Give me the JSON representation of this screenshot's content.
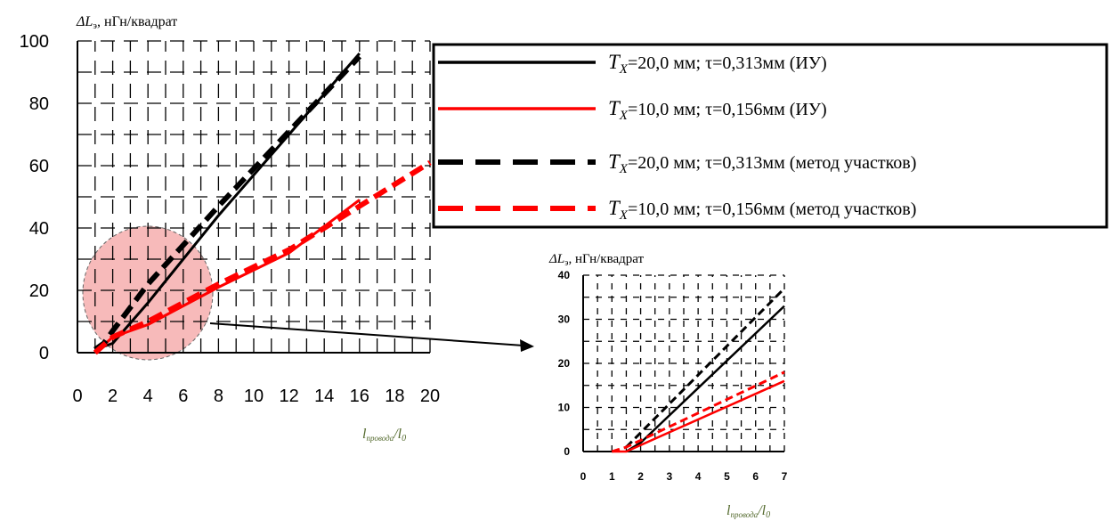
{
  "chart_data": [
    {
      "type": "line",
      "title": "",
      "ylabel_sym": "ΔL",
      "ylabel_sub": "э",
      "ylabel_rest": ", нГн/квадрат",
      "xlabel_l": "l",
      "xlabel_sub": "провода",
      "xlabel_rest": "/l",
      "xlabel_sub2": "0",
      "xlim": [
        0,
        20
      ],
      "ylim": [
        0,
        100
      ],
      "xticks": [
        0,
        2,
        4,
        6,
        8,
        10,
        12,
        14,
        16,
        18,
        20
      ],
      "yticks": [
        0,
        20,
        40,
        60,
        80,
        100
      ],
      "grid": true,
      "legend_position": "top-right",
      "series": [
        {
          "name": "TX=20,0 мм; τ=0,313мм (ИУ)",
          "color": "#000000",
          "style": "solid",
          "x": [
            1,
            1.5,
            2,
            4,
            8,
            12,
            16
          ],
          "y": [
            0,
            2,
            3,
            16,
            44,
            70,
            96
          ]
        },
        {
          "name": "TX=10,0 мм; τ=0,156мм (ИУ)",
          "color": "#ff0000",
          "style": "solid",
          "x": [
            1,
            2,
            4,
            6,
            8,
            12,
            16
          ],
          "y": [
            0,
            5,
            9,
            15,
            21,
            32,
            49
          ]
        },
        {
          "name": "TX=20,0 мм; τ=0,313мм (метод участков)",
          "color": "#000000",
          "style": "dashed",
          "x": [
            1,
            1.5,
            2,
            4,
            8,
            12,
            16
          ],
          "y": [
            1,
            3,
            7,
            22,
            47,
            71,
            95
          ]
        },
        {
          "name": "TX=10,0 мм; τ=0,156мм (метод участков)",
          "color": "#ff0000",
          "style": "dashed",
          "x": [
            1,
            2,
            4,
            6,
            8,
            12,
            16,
            20
          ],
          "y": [
            0,
            5,
            10,
            16,
            22,
            33,
            47,
            61
          ]
        }
      ]
    },
    {
      "type": "line",
      "title": "",
      "ylabel_sym": "ΔL",
      "ylabel_sub": "э",
      "ylabel_rest": ", нГн/квадрат",
      "xlabel_l": "l",
      "xlabel_sub": "провода",
      "xlabel_rest": "/l",
      "xlabel_sub2": "0",
      "xlim": [
        0,
        7
      ],
      "ylim": [
        0,
        40
      ],
      "xticks": [
        0,
        1,
        2,
        3,
        4,
        5,
        6,
        7
      ],
      "yticks": [
        0,
        10,
        20,
        30,
        40
      ],
      "grid": true,
      "series": [
        {
          "color": "#000000",
          "style": "solid",
          "x": [
            1.5,
            2.0,
            7.0
          ],
          "y": [
            0,
            2,
            33
          ]
        },
        {
          "color": "#ff0000",
          "style": "solid",
          "x": [
            1.0,
            1.5,
            7.0
          ],
          "y": [
            0,
            0,
            16
          ]
        },
        {
          "color": "#000000",
          "style": "dashed",
          "x": [
            1.5,
            7.0
          ],
          "y": [
            1,
            37
          ]
        },
        {
          "color": "#ff0000",
          "style": "dashed",
          "x": [
            1.0,
            1.5,
            7.0
          ],
          "y": [
            0,
            1,
            18
          ]
        }
      ]
    }
  ],
  "legend": {
    "items": [
      {
        "sym": "T",
        "sub": "X",
        "text": "=20,0 мм; τ=0,313мм (ИУ)",
        "color": "#000000",
        "style": "solid"
      },
      {
        "sym": "T",
        "sub": "X",
        "text": "=10,0 мм; τ=0,156мм (ИУ)",
        "color": "#ff0000",
        "style": "solid"
      },
      {
        "sym": "T",
        "sub": "X",
        "text": "=20,0 мм; τ=0,313мм (метод участков)",
        "color": "#000000",
        "style": "dashed"
      },
      {
        "sym": "T",
        "sub": "X",
        "text": "=10,0 мм; τ=0,156мм (метод участков)",
        "color": "#ff0000",
        "style": "dashed"
      }
    ]
  },
  "zoom_region": {
    "x_range": [
      0,
      7
    ],
    "y_range": [
      0,
      40
    ],
    "fill": "#f4a3a3"
  }
}
